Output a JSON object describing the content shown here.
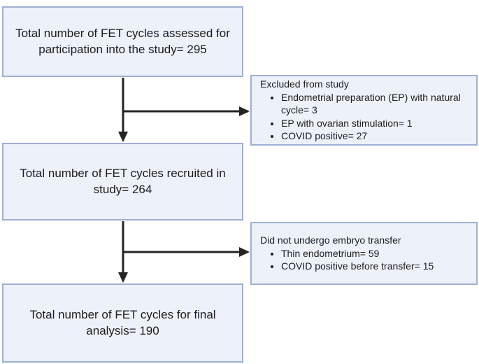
{
  "flowchart": {
    "main_boxes": [
      {
        "id": "assessed",
        "text": "Total number of FET cycles assessed for participation into the study= 295"
      },
      {
        "id": "recruited",
        "text": "Total number of FET cycles recruited in study= 264"
      },
      {
        "id": "final",
        "text": "Total number of FET cycles for final analysis= 190"
      }
    ],
    "side_boxes": [
      {
        "id": "excluded",
        "title": "Excluded from study",
        "items": [
          "Endometrial preparation (EP) with natural cycle= 3",
          "EP with ovarian stimulation= 1",
          "COVID positive= 27"
        ]
      },
      {
        "id": "no-transfer",
        "title": "Did not undergo embryo transfer",
        "items": [
          "Thin endometrium= 59",
          "COVID positive before transfer= 15"
        ]
      }
    ],
    "edges": [
      {
        "from": "assessed",
        "to": "recruited"
      },
      {
        "from": "assessed",
        "to": "excluded"
      },
      {
        "from": "recruited",
        "to": "final"
      },
      {
        "from": "recruited",
        "to": "no-transfer"
      }
    ],
    "colors": {
      "box_fill": "#edf1f9",
      "box_border": "#9fafd4",
      "arrow": "#242424",
      "text": "#1c1c1c",
      "background": "#ffffff"
    }
  }
}
